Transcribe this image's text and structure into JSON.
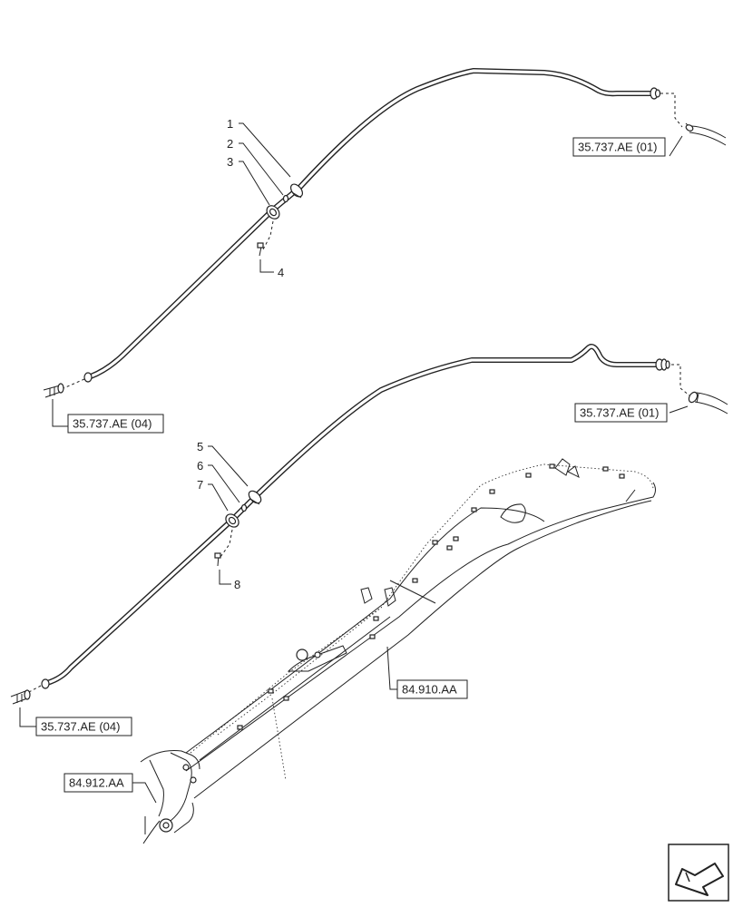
{
  "item_numbers": [
    "1",
    "2",
    "3",
    "4",
    "5",
    "6",
    "7",
    "8"
  ],
  "references": {
    "top_right": "35.737.AE (01)",
    "top_left": "35.737.AE (04)",
    "mid_right": "35.737.AE (01)",
    "bottom_left": "35.737.AE (04)",
    "arm": "84.910.AA",
    "boom": "84.912.AA"
  },
  "nav_icon": "arrow-icon"
}
